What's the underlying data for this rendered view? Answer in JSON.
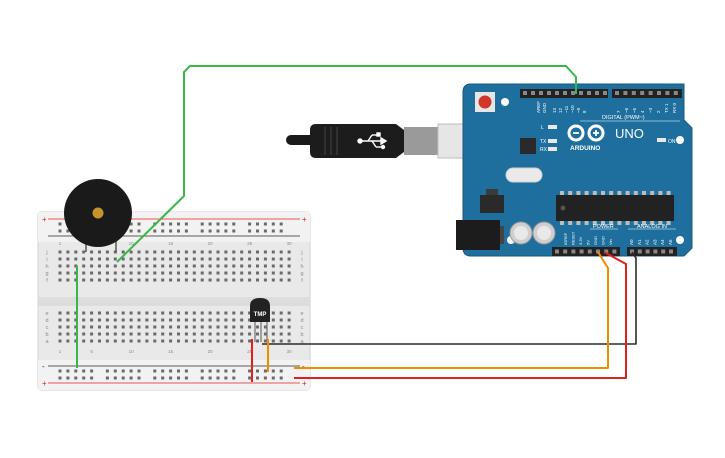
{
  "arduino": {
    "brand": "ARDUINO",
    "model": "UNO",
    "digital_label": "DIGITAL (PWM~)",
    "power_label": "POWER",
    "analog_label": "ANALOG IN",
    "led_l": "L",
    "led_tx": "TX",
    "led_rx": "RX",
    "led_on": "ON",
    "aref": "AREF",
    "gnd": "GND",
    "digital_pins": [
      "13",
      "12",
      "~11",
      "~10",
      "~9",
      "8",
      "7",
      "~6",
      "~5",
      "4",
      "~3",
      "2",
      "TX 1",
      "RX 0"
    ],
    "power_pins": [
      "IOREF",
      "RESET",
      "3.3V",
      "5V",
      "GND",
      "GND",
      "Vin"
    ],
    "analog_pins": [
      "A0",
      "A1",
      "A2",
      "A3",
      "A4",
      "A5"
    ]
  },
  "sensor": {
    "label": "TMP"
  },
  "breadboard": {
    "plus": "+",
    "minus": "-",
    "rows_top": [
      "j",
      "i",
      "h",
      "g",
      "f"
    ],
    "rows_bottom": [
      "e",
      "d",
      "c",
      "b",
      "a"
    ],
    "col_numbers": [
      "1",
      "5",
      "10",
      "15",
      "20",
      "25",
      "30"
    ]
  },
  "colors": {
    "arduino_blue": "#1f6f9e",
    "wire_green": "#3ab54a",
    "wire_black": "#2b2b2b",
    "wire_orange": "#f08c00",
    "wire_red": "#e02020",
    "breadboard": "#ececec",
    "buzzer": "#1a1a1a",
    "buzzer_center": "#c8922a"
  }
}
